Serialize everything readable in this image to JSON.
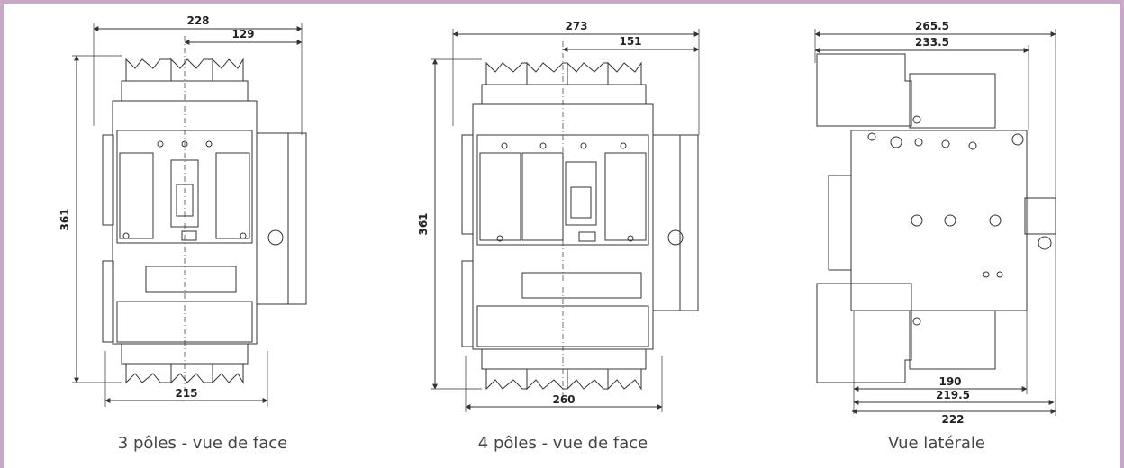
{
  "frame_color": "#c7a8c7",
  "line_color": "#333333",
  "views": [
    {
      "caption": "3 pôles - vue de face",
      "dims": {
        "top": "228",
        "top_half": "129",
        "height": "361",
        "bottom": "215"
      }
    },
    {
      "caption": "4 pôles - vue de face",
      "dims": {
        "top": "273",
        "top_half": "151",
        "height": "361",
        "bottom": "260"
      }
    },
    {
      "caption": "Vue latérale",
      "dims": {
        "top1": "265.5",
        "top2": "233.5",
        "bottom1": "190",
        "bottom2": "219.5",
        "bottom3": "222"
      }
    }
  ]
}
